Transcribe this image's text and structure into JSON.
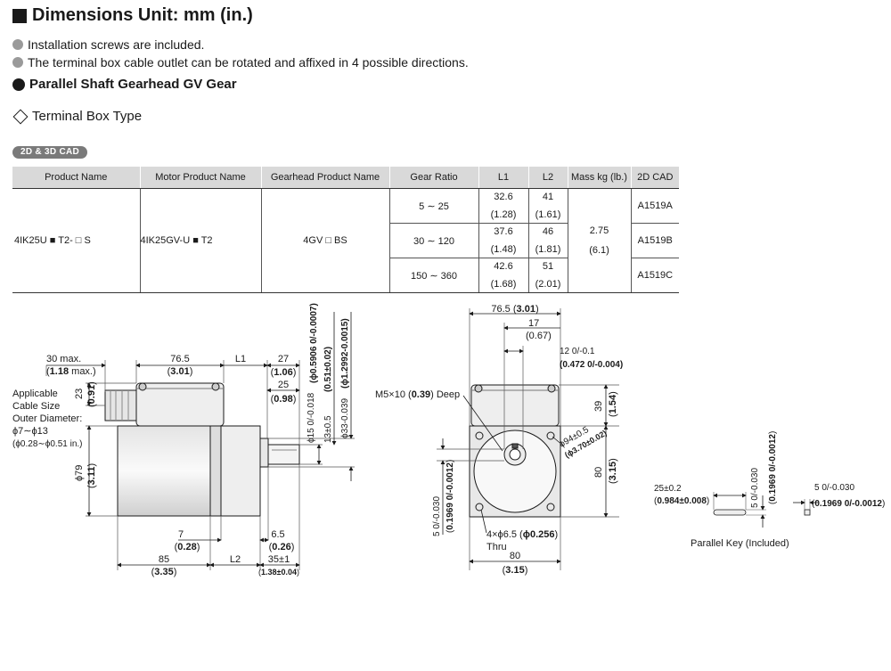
{
  "header": {
    "title": "Dimensions Unit: mm (in.)",
    "notes": [
      "Installation screws are included.",
      "The terminal box cable outlet can be rotated and affixed in 4 possible directions."
    ],
    "section": "Parallel Shaft Gearhead GV Gear",
    "subsection": "Terminal Box Type",
    "cad_badge": "2D & 3D CAD"
  },
  "table": {
    "headers": [
      "Product Name",
      "Motor Product Name",
      "Gearhead Product Name",
      "Gear Ratio",
      "L1",
      "L2",
      "Mass kg (lb.)",
      "2D CAD"
    ],
    "product_name": "4IK25U ■ T2- □ S",
    "motor_product_name": "4IK25GV-U ■ T2",
    "gearhead_product_name": "4GV □ BS",
    "mass": "2.75",
    "mass_lb": "(6.1)",
    "rows": [
      {
        "ratio": "5 ∼ 25",
        "l1": "32.6",
        "l1_in": "(1.28)",
        "l2": "41",
        "l2_in": "(1.61)",
        "cad": "A1519A"
      },
      {
        "ratio": "30 ∼ 120",
        "l1": "37.6",
        "l1_in": "(1.48)",
        "l2": "46",
        "l2_in": "(1.81)",
        "cad": "A1519B"
      },
      {
        "ratio": "150 ∼ 360",
        "l1": "42.6",
        "l1_in": "(1.68)",
        "l2": "51",
        "l2_in": "(2.01)",
        "cad": "A1519C"
      }
    ]
  },
  "drawing": {
    "side_view": {
      "d_30max": "30 max.",
      "d_30max_in": "1.18",
      "d_30max_in_suffix": "max.",
      "d_765": "76.5",
      "d_765_in": "3.01",
      "d_l1": "L1",
      "d_27": "27",
      "d_27_in": "1.06",
      "d_25": "25",
      "d_25_in": "0.98",
      "d_23": "23",
      "d_23_in": "0.91",
      "cable_label": [
        "Applicable",
        "Cable Size",
        "Outer Diameter:",
        "ϕ7∼ϕ13",
        "(ϕ0.28∼ϕ0.51 in.)"
      ],
      "d_phi79": "ϕ79",
      "d_phi79_in": "3.11",
      "d_7": "7",
      "d_7_in": "0.28",
      "d_65": "6.5",
      "d_65_in": "0.26",
      "d_85": "85",
      "d_85_in": "3.35",
      "d_l2": "L2",
      "d_35": "35±1",
      "d_35_in": "1.38±0.04",
      "d_phi15": "ϕ15 0/-0.018",
      "d_phi15_in": "(ϕ0.5906 0/-0.0007)",
      "d_13": "13±0.5",
      "d_13_in": "(0.51±0.02)",
      "d_phi33": "ϕ33-0.039",
      "d_phi33_in": "(ϕ1.2992-0.0015)"
    },
    "front_view": {
      "d_765": "76.5",
      "d_765_in": "3.01",
      "d_17": "17",
      "d_17_in": "(0.67)",
      "d_12": "12 0/-0.1",
      "d_12_in": "(0.472 0/-0.004)",
      "d_m5": "M5×10",
      "d_m5_in": "0.39",
      "d_m5_suffix": "Deep",
      "d_39": "39",
      "d_39_in": "1.54",
      "d_phi94": "ϕ94±0.5",
      "d_phi94_in": "(ϕ3.70±0.02)",
      "d_80v": "80",
      "d_80v_in": "3.15",
      "d_5": "5 0/-0.030",
      "d_5_in": "0.1969 0/-0.0012",
      "d_holes": "4×ϕ6.5",
      "d_holes_in": "ϕ0.256",
      "d_thru": "Thru",
      "d_80h": "80",
      "d_80h_in": "3.15"
    },
    "key": {
      "d_25": "25±0.2",
      "d_25_in": "0.984±0.008",
      "d_5a": "5 0/-0.030",
      "d_5a_in": "0.1969 0/-0.0012",
      "d_5b": "5 0/-0.030",
      "d_5b_in": "0.1969 0/-0.0012",
      "label": "Parallel Key (Included)"
    }
  }
}
